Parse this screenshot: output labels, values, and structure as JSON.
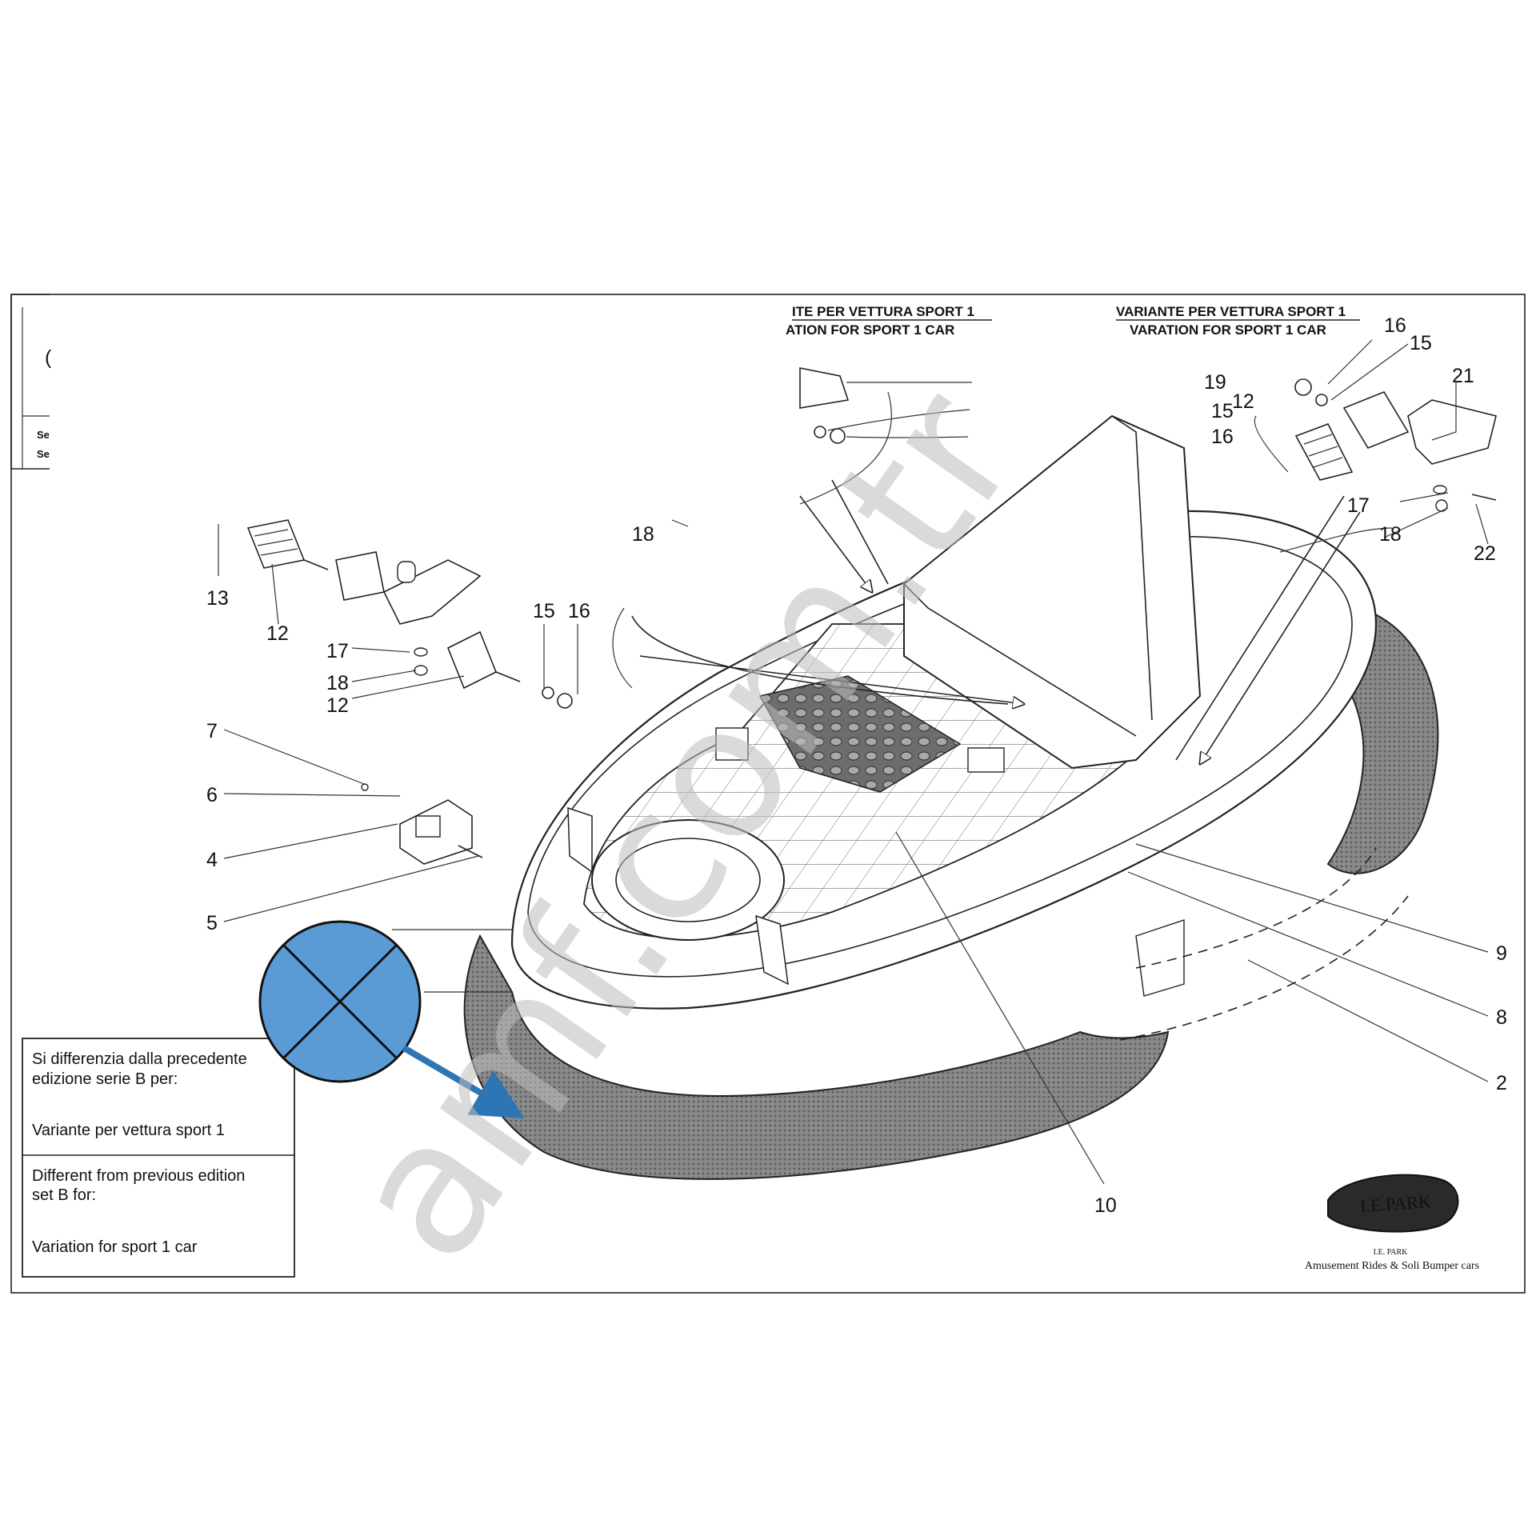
{
  "headers": {
    "left_it": "ITE PER VETTURA SPORT 1",
    "left_en": "ATION FOR SPORT 1 CAR",
    "right_it": "VARIANTE PER VETTURA SPORT 1",
    "right_en": "VARATION FOR SPORT 1 CAR"
  },
  "title_block": {
    "letter": "(",
    "row1": "Se",
    "row2": "Se"
  },
  "part_labels": {
    "p2": "2",
    "p4": "4",
    "p5": "5",
    "p6": "6",
    "p7": "7",
    "p8": "8",
    "p9": "9",
    "p10": "10",
    "p12_a": "12",
    "p12_b": "12",
    "p12_c": "12",
    "p13": "13",
    "p15_a": "15",
    "p15_b": "15",
    "p15_c": "15",
    "p16_a": "16",
    "p16_b": "16",
    "p16_c": "16",
    "p17_a": "17",
    "p17_b": "17",
    "p18_a": "18",
    "p18_b": "18",
    "p18_c": "18",
    "p19": "19",
    "p21": "21",
    "p22": "22"
  },
  "notes": {
    "it_line1": "Si differenzia dalla precedente",
    "it_line2": "edizione serie B per:",
    "it_line3": "Variante per vettura sport 1",
    "en_line1": "Different from previous edition",
    "en_line2": "set B for:",
    "en_line3": "Variation for sport 1 car"
  },
  "logo": {
    "name": "I.E.PARK",
    "sub": "I.E. PARK",
    "tagline": "Amusement Rides & Soli Bumper cars"
  },
  "watermark": {
    "text": "amf.com.tr"
  },
  "marker": {
    "icon": "crossed-circle-marker-icon",
    "fill": "#5b9bd5",
    "arrow_color": "#2e75b6"
  }
}
